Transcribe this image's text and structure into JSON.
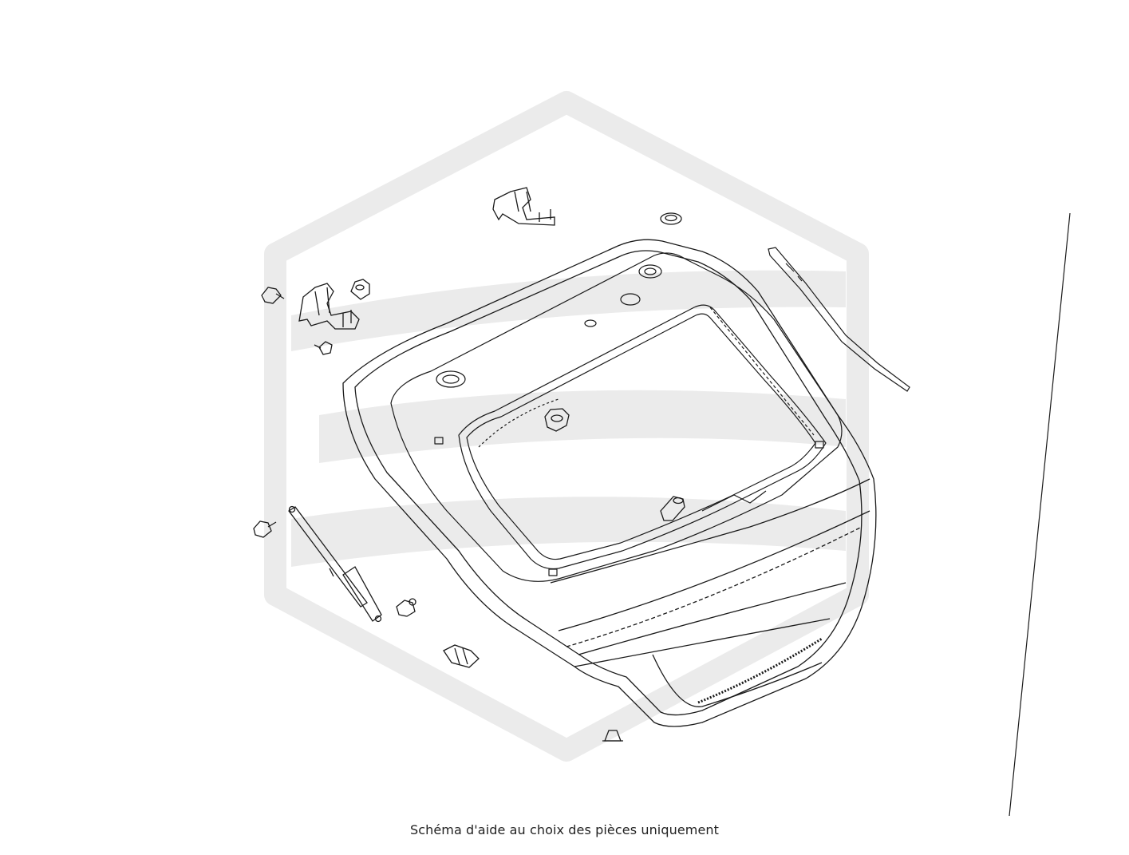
{
  "diagram": {
    "caption": "Schéma d'aide au choix des pièces uniquement",
    "watermark": "logo-s-hexagon",
    "colors": {
      "line": "#1a1a1a",
      "watermark": "#ebebeb",
      "background": "#ffffff"
    },
    "parts": [
      "tailgate-outer-panel",
      "tailgate-inner-frame",
      "hinge-left",
      "hinge-right",
      "gas-strut",
      "seal-strip",
      "grommet",
      "clip-nut",
      "ball-stud",
      "bump-stop",
      "lock-cylinder",
      "bolt"
    ]
  }
}
